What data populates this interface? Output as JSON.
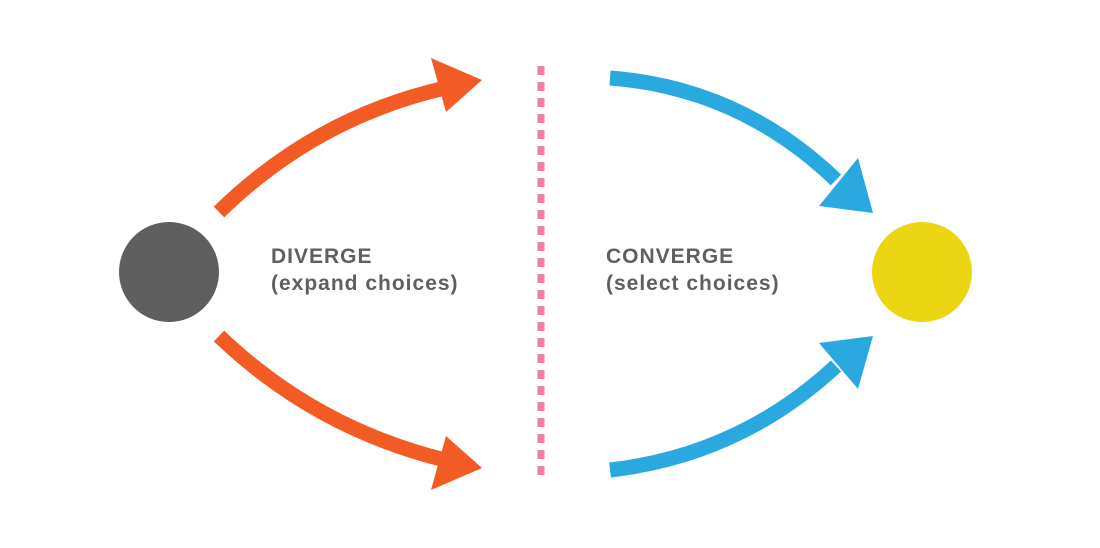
{
  "colors": {
    "start_node": "#5f5f5f",
    "end_node": "#ecd612",
    "diverge_arrow": "#f35b24",
    "converge_arrow": "#2aa9e1",
    "divider": "#f07eab",
    "label_text": "#5f5f5f"
  },
  "diverge": {
    "title": "DIVERGE",
    "subtitle": "(expand choices)"
  },
  "converge": {
    "title": "CONVERGE",
    "subtitle": "(select choices)"
  }
}
